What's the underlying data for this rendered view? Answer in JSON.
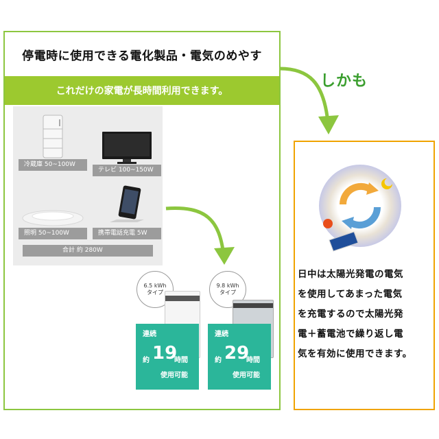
{
  "left": {
    "title": "停電時に使用できる電化製品・電気のめやす",
    "banner": "これだけの家電が長時間利用できます。",
    "appliances": [
      {
        "label": "冷蔵庫 50~100W",
        "icon": "refrigerator-icon"
      },
      {
        "label": "テレビ 100~150W",
        "icon": "television-icon"
      },
      {
        "label": "照明 50~100W",
        "icon": "ceiling-light-icon"
      },
      {
        "label": "携帯電話充電 5W",
        "icon": "smartphone-charger-icon"
      }
    ],
    "total": "合計 約 280W",
    "batteries": [
      {
        "capacity": "6.5 kWh",
        "type": "タイプ",
        "continuous": "連続",
        "approx": "約",
        "hours": "19",
        "hours_unit": "時間",
        "available": "使用可能"
      },
      {
        "capacity": "9.8 kWh",
        "type": "タイプ",
        "continuous": "連続",
        "approx": "約",
        "hours": "29",
        "hours_unit": "時間",
        "available": "使用可能"
      }
    ]
  },
  "right": {
    "lead": "しかも",
    "text_lines": [
      "日中は太陽光発電の電気",
      "を使用してあまった電気",
      "を充電するので太陽光発",
      "電＋蓄電池で繰り返し電",
      "気を有効に使用できます。"
    ],
    "cycle_icon": "solar-charge-cycle-icon"
  },
  "colors": {
    "accent_green": "#9cc92f",
    "panel_border_green": "#8cc63f",
    "battery_teal": "#2bb69a",
    "orange_border": "#f0a300",
    "lead_green": "#3a9e2e"
  }
}
